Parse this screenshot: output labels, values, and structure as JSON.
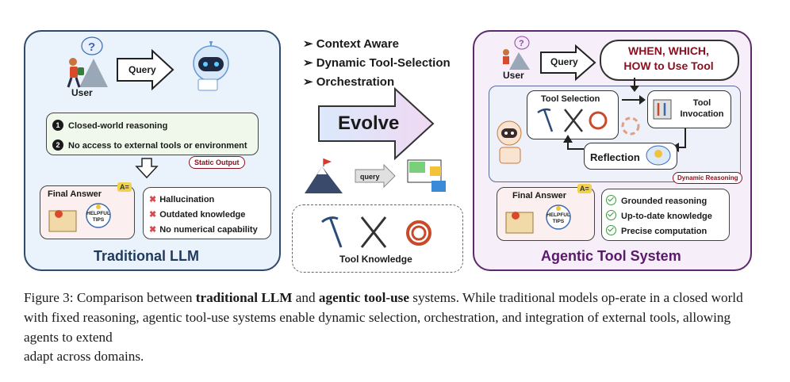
{
  "left": {
    "title": "Traditional LLM",
    "user_label": "User",
    "query_label": "Query",
    "reasoning": [
      "Closed-world reasoning",
      "No access to external tools or environment"
    ],
    "reasoning_nums": [
      "1",
      "2"
    ],
    "static_output": "Static Output",
    "final_answer": "Final Answer",
    "tips_label": "HELPFUL TIPS",
    "issues": [
      "Hallucination",
      "Outdated knowledge",
      "No numerical capability"
    ]
  },
  "middle": {
    "features": [
      "Context Aware",
      "Dynamic Tool-Selection",
      "Orchestration"
    ],
    "evolve": "Evolve",
    "query_small": "query",
    "tool_knowledge": "Tool Knowledge"
  },
  "right": {
    "title": "Agentic Tool System",
    "user_label": "User",
    "query_label": "Query",
    "when_which": "WHEN, WHICH, HOW to Use Tool",
    "tool_selection": "Tool Selection",
    "tool_invocation": "Tool Invocation",
    "reflection": "Reflection",
    "dynamic_reasoning": "Dynamic Reasoning",
    "final_answer": "Final Answer",
    "tips_label": "HELPFUL TIPS",
    "benefits": [
      "Grounded reasoning",
      "Up-to-date knowledge",
      "Precise computation"
    ]
  },
  "caption": {
    "label": "Figure 3:",
    "t1": "Comparison between",
    "b1": "traditional LLM",
    "t2": "and",
    "b2": "agentic tool-use",
    "t3": "systems. While traditional models op-erate in a closed world with fixed reasoning, agentic tool-use systems enable dynamic selection, orchestration, and integration of external tools, allowing agents to extend",
    "t4": "adapt across domains."
  },
  "colors": {
    "left_border": "#2f4a6b",
    "right_border": "#5a2a6a",
    "dark_red": "#8a1020"
  }
}
